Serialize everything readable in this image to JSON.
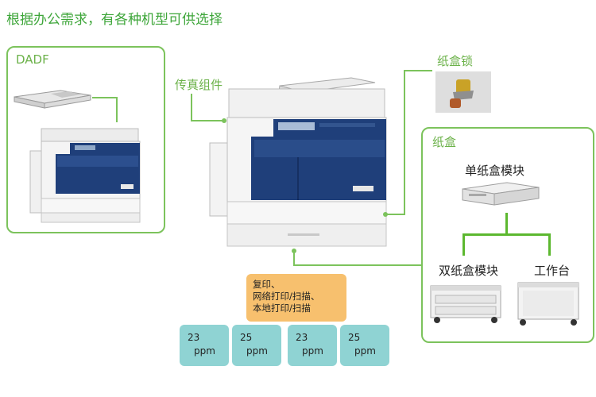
{
  "headline": "根据办公需求，有各种机型可供选择",
  "dadf_panel": {
    "label": "DADF"
  },
  "center_labels": {
    "fax_kit": "传真组件",
    "tray_lock": "纸盒锁"
  },
  "tray_panel": {
    "label": "纸盒",
    "single_tray": "单纸盒模块",
    "double_tray": "双纸盒模块",
    "workstand": "工作台"
  },
  "functions": {
    "line1": "复印、",
    "line2": "网络打印/扫描、",
    "line3": "本地打印/扫描"
  },
  "speeds": [
    {
      "value": "23",
      "unit": "ppm"
    },
    {
      "value": "25",
      "unit": "ppm"
    },
    {
      "value": "23",
      "unit": "ppm"
    },
    {
      "value": "25",
      "unit": "ppm"
    }
  ],
  "colors": {
    "headline": "#3ea63a",
    "panel_border": "#7cc35c",
    "function_box": "#f7c06e",
    "speed_box": "#8fd3d3",
    "printer_blue": "#1f3f7a"
  }
}
